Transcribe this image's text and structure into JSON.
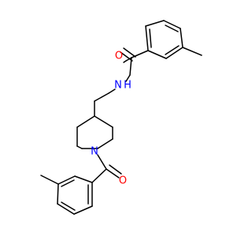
{
  "molecule": {
    "atoms": [
      {
        "id": "O1",
        "label": "O"
      },
      {
        "id": "N1",
        "label": "N"
      },
      {
        "id": "H1",
        "label": "H"
      },
      {
        "id": "N2",
        "label": "N"
      },
      {
        "id": "O2",
        "label": "O"
      }
    ]
  },
  "colors": {
    "bond": "#000000",
    "oxygen": "#ff0000",
    "nitrogen": "#0000ff",
    "background": "#ffffff"
  }
}
